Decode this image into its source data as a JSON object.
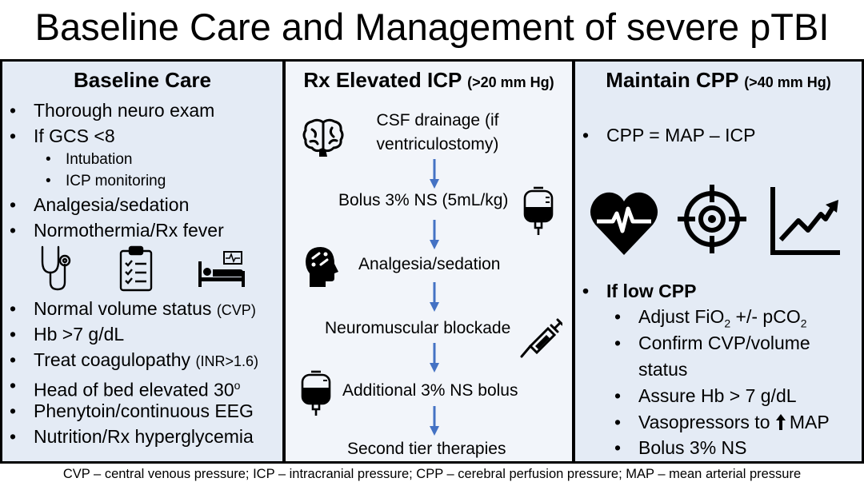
{
  "title": "Baseline Care and Management of severe pTBI",
  "baseline": {
    "heading": "Baseline Care",
    "items": [
      "Thorough neuro exam",
      "If GCS <8",
      "Intubation",
      "ICP monitoring",
      "Analgesia/sedation",
      "Normothermia/Rx fever"
    ],
    "icons": [
      "stethoscope-icon",
      "clipboard-checklist-icon",
      "hospital-bed-icon"
    ],
    "normal_volume": "Normal volume status",
    "normal_volume_note": "(CVP)",
    "hb": "Hb >7 g/dL",
    "coag": "Treat coagulopathy",
    "coag_note": "(INR>1.6)",
    "hob": "Head of bed elevated 30",
    "hob_sup": "o",
    "phenytoin": "Phenytoin/continuous EEG",
    "nutrition": "Nutrition/Rx hyperglycemia"
  },
  "icp": {
    "heading": "Rx Elevated ICP",
    "heading_note": "(>20 mm Hg)",
    "steps": [
      "CSF drainage (if",
      "ventriculostomy)",
      "Bolus 3% NS (5mL/kg)",
      "Analgesia/sedation",
      "Neuromuscular blockade",
      "Additional 3% NS bolus",
      "Second tier therapies"
    ],
    "icons": [
      "brain-icon",
      "iv-bag-icon",
      "head-pills-icon",
      "syringe-icon",
      "blood-bag-icon"
    ]
  },
  "cpp": {
    "heading": "Maintain CPP",
    "heading_note": "(>40 mm Hg)",
    "formula": "CPP = MAP – ICP",
    "icons": [
      "heart-rate-icon",
      "target-icon",
      "rising-chart-icon"
    ],
    "low_heading": "If low CPP",
    "adjust_a": "Adjust FiO",
    "adjust_sub1": "2",
    "adjust_b": " +/- pCO",
    "adjust_sub2": "2",
    "confirm_line1": "Confirm CVP/volume",
    "confirm_line2": "status",
    "assure": "Assure Hb > 7 g/dL",
    "vaso_a": "Vasopressors to ",
    "vaso_b": "MAP",
    "bolus": "Bolus 3% NS"
  },
  "footer": "CVP – central venous pressure; ICP – intracranial pressure; CPP – cerebral perfusion pressure; MAP – mean arterial pressure"
}
